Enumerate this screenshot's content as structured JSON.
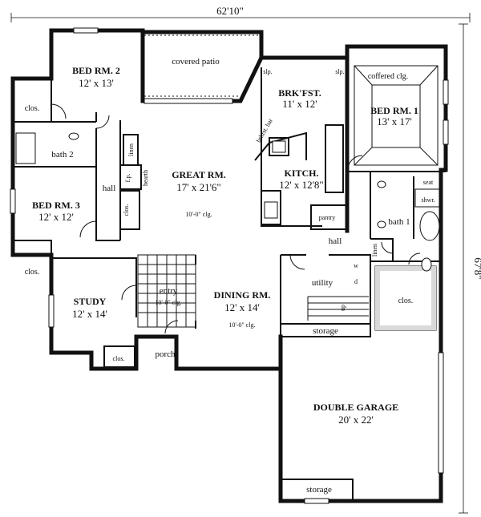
{
  "dimensions": {
    "width": "62'10\"",
    "depth": "67'8\""
  },
  "rooms": {
    "bed2": {
      "name": "BED RM. 2",
      "size": "12' x 13'"
    },
    "patio": {
      "name": "covered patio"
    },
    "brkfst": {
      "name": "BRK'FST.",
      "size": "11' x 12'"
    },
    "bed1": {
      "name": "BED RM. 1",
      "size": "13' x 17'",
      "ceiling": "coffered clg."
    },
    "great": {
      "name": "GREAT RM.",
      "size": "17' x 21'6\"",
      "ceiling": "10'-0\" clg."
    },
    "kitch": {
      "name": "KITCH.",
      "size": "12' x 12'8\""
    },
    "bed3": {
      "name": "BED RM. 3",
      "size": "12' x 12'"
    },
    "study": {
      "name": "STUDY",
      "size": "12' x 14'"
    },
    "entry": {
      "name": "entry",
      "ceiling": "10'-0\" clg."
    },
    "dining": {
      "name": "DINING RM.",
      "size": "12' x 14'",
      "ceiling": "10'-0\" clg."
    },
    "garage": {
      "name": "DOUBLE GARAGE",
      "size": "20' x 22'"
    }
  },
  "labels": {
    "clos": "clos.",
    "bath2": "bath 2",
    "bath1": "bath 1",
    "linen": "linen",
    "fp": "f.p.",
    "hearth": "hearth",
    "hall": "hall",
    "utility": "utility",
    "storage": "storage",
    "porch": "porch",
    "pantry": "pantry",
    "brkfst_bar": "brkfst. bar",
    "slp": "slp.",
    "seat": "seat",
    "shwr": "shwr.",
    "up": "up",
    "d": "d",
    "w": "w"
  }
}
